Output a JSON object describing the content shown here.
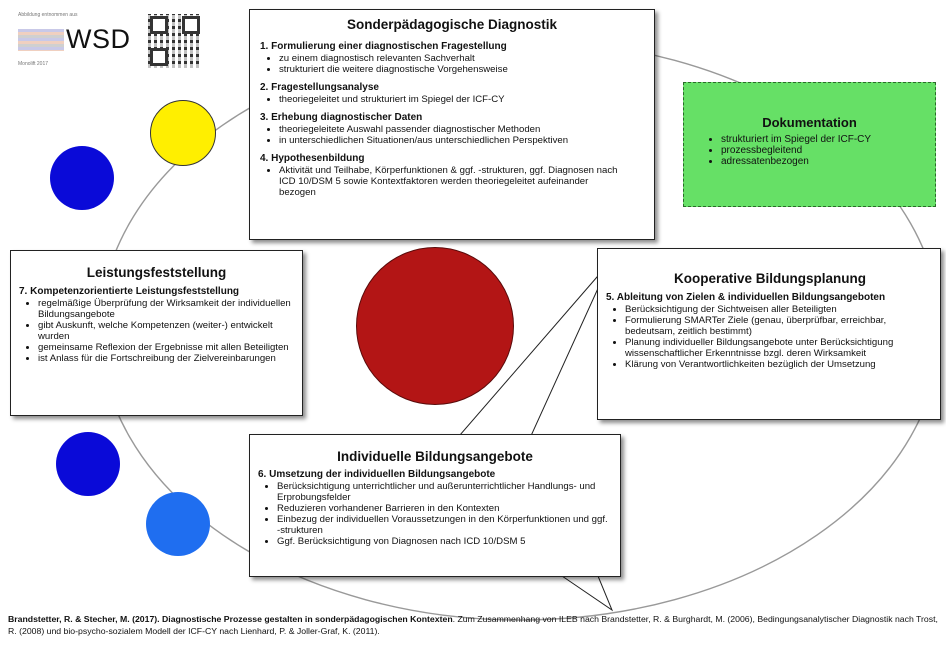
{
  "logo": {
    "top_text": "Abbildung entnommen aus",
    "brand": "WSD",
    "bottom_text": "Monolift 2017"
  },
  "diagnostik": {
    "title": "Sonderpädagogische Diagnostik",
    "sections": [
      {
        "heading": "1. Formulierung einer diagnostischen Fragestellung",
        "items": [
          "zu einem diagnostisch relevanten Sachverhalt",
          "strukturiert die weitere diagnostische Vorgehensweise"
        ]
      },
      {
        "heading": "2. Fragestellungsanalyse",
        "items": [
          "theoriegeleitet und strukturiert im Spiegel der ICF-CY"
        ]
      },
      {
        "heading": "3. Erhebung diagnostischer Daten",
        "items": [
          "theoriegeleitete Auswahl passender diagnostischer Methoden",
          "in unterschiedlichen Situationen/aus unterschiedlichen Perspektiven"
        ]
      },
      {
        "heading": "4. Hypothesenbildung",
        "items": [
          "Aktivität und Teilhabe, Körperfunktionen & ggf. -strukturen, ggf. Diagnosen nach ICD 10/DSM 5 sowie Kontextfaktoren werden theoriegeleitet aufeinander bezogen"
        ]
      }
    ]
  },
  "dokumentation": {
    "title": "Dokumentation",
    "items": [
      "strukturiert im Spiegel der ICF-CY",
      "prozessbegleitend",
      "adressatenbezogen"
    ]
  },
  "leistung": {
    "title": "Leistungsfeststellung",
    "heading": "7. Kompetenzorientierte Leistungsfeststellung",
    "items": [
      "regelmäßige Überprüfung der Wirksamkeit der individuellen Bildungsangebote",
      "gibt Auskunft, welche Kompetenzen (weiter-) entwickelt wurden",
      "gemeinsame Reflexion der Ergebnisse mit allen Beteiligten",
      "ist Anlass für die Fortschreibung der Zielvereinbarungen"
    ]
  },
  "kooperative": {
    "title": "Kooperative Bildungsplanung",
    "heading": "5. Ableitung von Zielen & individuellen Bildungsangeboten",
    "items": [
      "Berücksichtigung der Sichtweisen aller Beteiligten",
      "Formulierung SMARTer Ziele (genau, überprüfbar, erreichbar, bedeutsam, zeitlich bestimmt)",
      "Planung individueller Bildungsangebote unter Berücksichtigung wissenschaftlicher Erkenntnisse bzgl. deren Wirksamkeit",
      "Klärung von Verantwortlichkeiten bezüglich der Umsetzung"
    ]
  },
  "individuelle": {
    "title": "Individuelle Bildungsangebote",
    "heading": "6. Umsetzung der individuellen Bildungsangebote",
    "items": [
      "Berücksichtigung unterrichtlicher und außerunterrichtlicher Handlungs- und Erprobungsfelder",
      "Reduzieren vorhandener Barrieren in den Kontexten",
      "Einbezug der individuellen Voraussetzungen in den Körperfunktionen und ggf. -strukturen",
      "Ggf. Berücksichtigung von Diagnosen nach ICD 10/DSM 5"
    ]
  },
  "citation": {
    "authors": "Brandstetter, R. & Stecher, M. (2017). Diagnostische Prozesse gestalten in sonderpädagogischen Kontexten",
    "rest": ". Zum Zusammenhang von ILEB nach Brandstetter, R. & Burghardt, M. (2006), Bedingungsanalytischer Diagnostik nach Trost, R. (2008) und bio-psycho-sozialem Modell der ICF-CY nach Lienhard, P. & Joller-Graf, K. (2011)."
  },
  "colors": {
    "center_circle": "#b31515",
    "yellow_circle": "#ffef00",
    "blue_circle": "#0a0ad8",
    "light_blue_circle": "#1f6ef0",
    "doku_fill": "#66e066"
  }
}
